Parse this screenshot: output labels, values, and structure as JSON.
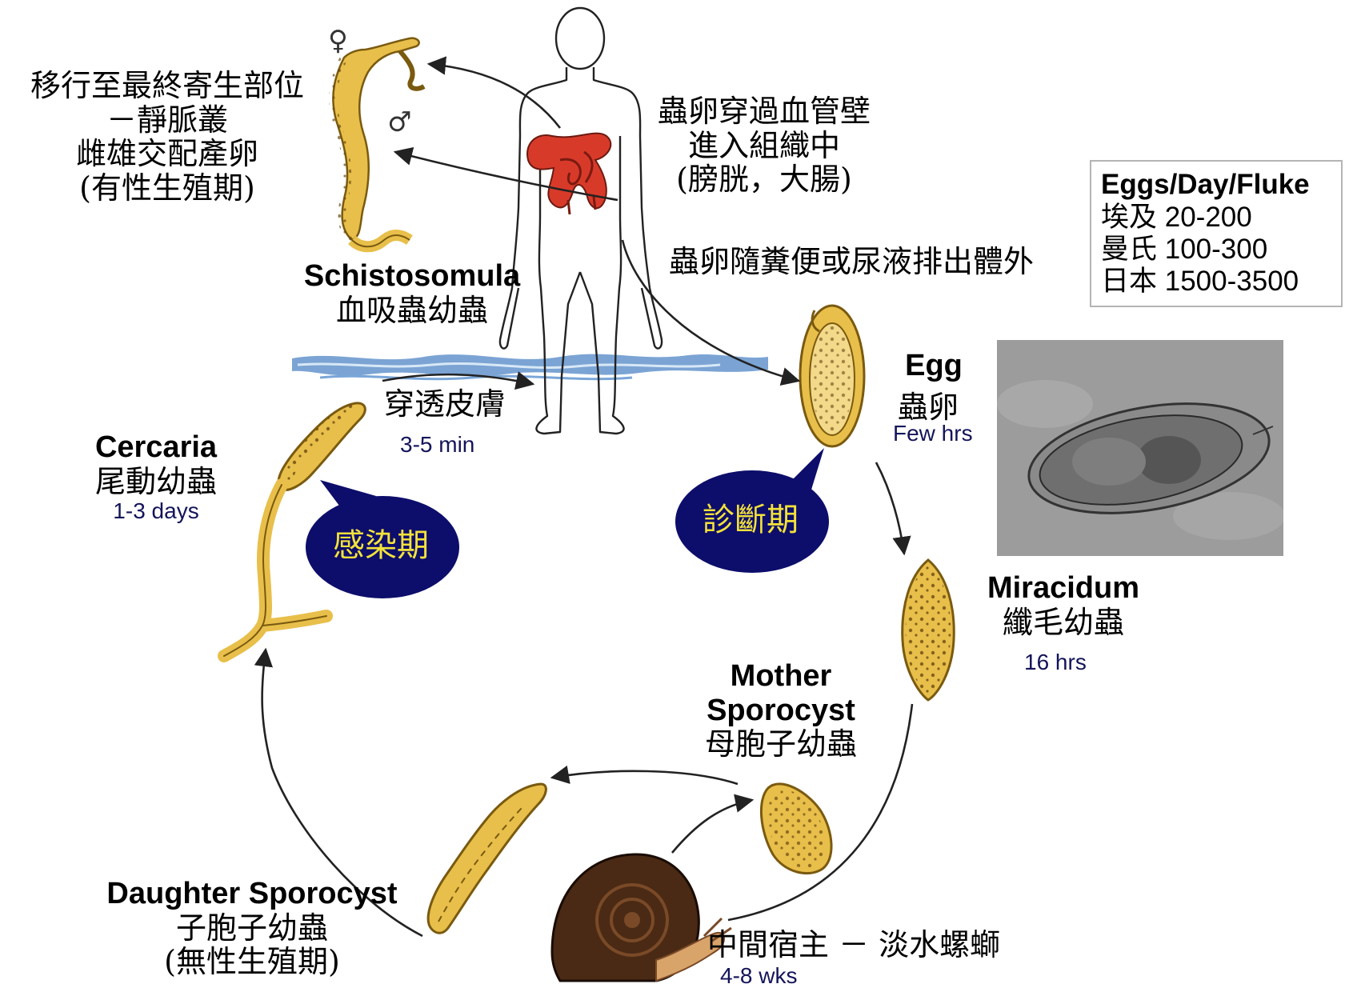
{
  "labels": {
    "adult_worms": [
      "移行至最終寄生部位",
      "－靜脈叢",
      "雌雄交配產卵",
      "(有性生殖期)"
    ],
    "egg_passage": [
      "蟲卵穿過血管壁",
      "進入組織中",
      "(膀胱，大腸)"
    ],
    "egg_excretion": "蟲卵隨糞便或尿液排出體外",
    "schistosomula": {
      "en": "Schistosomula",
      "zh": "血吸蟲幼蟲"
    },
    "penetration": {
      "zh": "穿透皮膚",
      "time": "3-5 min"
    },
    "cercaria": {
      "en": "Cercaria",
      "zh": "尾動幼蟲",
      "time": "1-3 days"
    },
    "egg": {
      "en": "Egg",
      "zh": "蟲卵",
      "time": "Few hrs"
    },
    "miracidium": {
      "en": "Miracidum",
      "zh": "纖毛幼蟲",
      "time": "16 hrs"
    },
    "mother_sporocyst": {
      "en1": "Mother",
      "en2": "Sporocyst",
      "zh": "母胞子幼蟲"
    },
    "daughter_sporocyst": {
      "en": "Daughter Sporocyst",
      "zh": "子胞子幼蟲",
      "note": "(無性生殖期)"
    },
    "intermediate_host": {
      "zh": "中間宿主 － 淡水螺螄",
      "time": "4-8 wks"
    }
  },
  "female_symbol": "♀",
  "male_symbol": "♂",
  "bubbles": {
    "infective": "感染期",
    "diagnostic": "診斷期"
  },
  "egg_output": {
    "title": "Eggs/Day/Fluke",
    "rows": [
      {
        "species": "埃及",
        "range": "20-200"
      },
      {
        "species": "曼氏",
        "range": "100-300"
      },
      {
        "species": "日本",
        "range": "1500-3500"
      }
    ]
  },
  "colors": {
    "bubble_fill": "#0d0d6b",
    "bubble_text": "#f3e23a",
    "worm_fill": "#e8bf4a",
    "worm_stroke": "#7a5a10",
    "organ_red": "#d83a2a",
    "water_blue": "#4f86c6",
    "snail_brown": "#4a2a14"
  }
}
